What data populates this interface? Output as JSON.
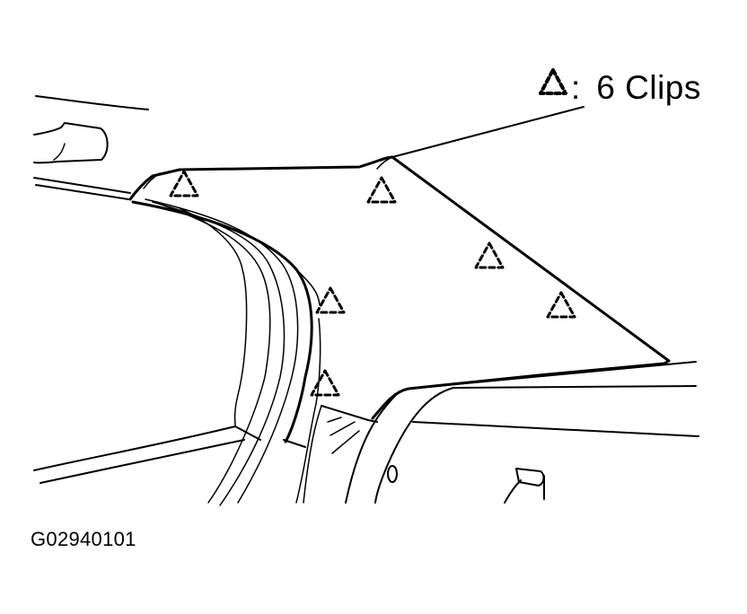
{
  "legend": {
    "symbol": "dashed-triangle",
    "separator": ":",
    "text": "6 Clips",
    "count": 6
  },
  "figure_id": "G02940101",
  "clips": [
    {
      "id": 1,
      "label": "clip"
    },
    {
      "id": 2,
      "label": "clip"
    },
    {
      "id": 3,
      "label": "clip"
    },
    {
      "id": 4,
      "label": "clip"
    },
    {
      "id": 5,
      "label": "clip"
    },
    {
      "id": 6,
      "label": "clip"
    }
  ],
  "colors": {
    "line": "#000000",
    "background": "#ffffff"
  }
}
